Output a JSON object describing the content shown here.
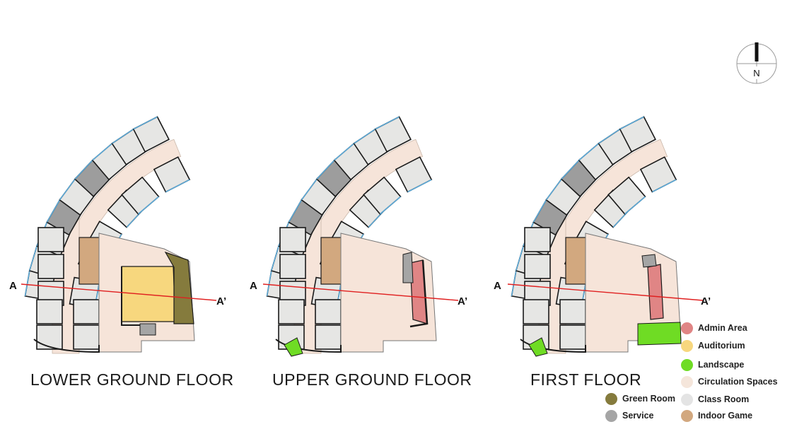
{
  "floors": [
    {
      "title": "LOWER GROUND FLOOR",
      "section_start": "A",
      "section_end": "A’"
    },
    {
      "title": "UPPER GROUND FLOOR",
      "section_start": "A",
      "section_end": "A’"
    },
    {
      "title": "FIRST FLOOR",
      "section_start": "A",
      "section_end": "A’"
    }
  ],
  "legend": [
    {
      "label": "Admin Area",
      "color": "#e08585"
    },
    {
      "label": "Auditorium",
      "color": "#f7d77e"
    },
    {
      "label": "Landscape",
      "color": "#6fdc24"
    },
    {
      "label": "Circulation Spaces",
      "color": "#f5e6db"
    },
    {
      "label": "Class Room",
      "color": "#e4e4e4"
    },
    {
      "label": "Indoor Game",
      "color": "#d2a87f"
    },
    {
      "label": "Green Room",
      "color": "#857b3d"
    },
    {
      "label": "Service",
      "color": "#a5a5a5"
    }
  ],
  "compass": {
    "label": "N"
  },
  "colors": {
    "classroom": "#e6e6e4",
    "circulation": "#f6e4d9",
    "section_line": "#e02020",
    "wall": "#1a1a1a",
    "window": "#5aaee0"
  }
}
